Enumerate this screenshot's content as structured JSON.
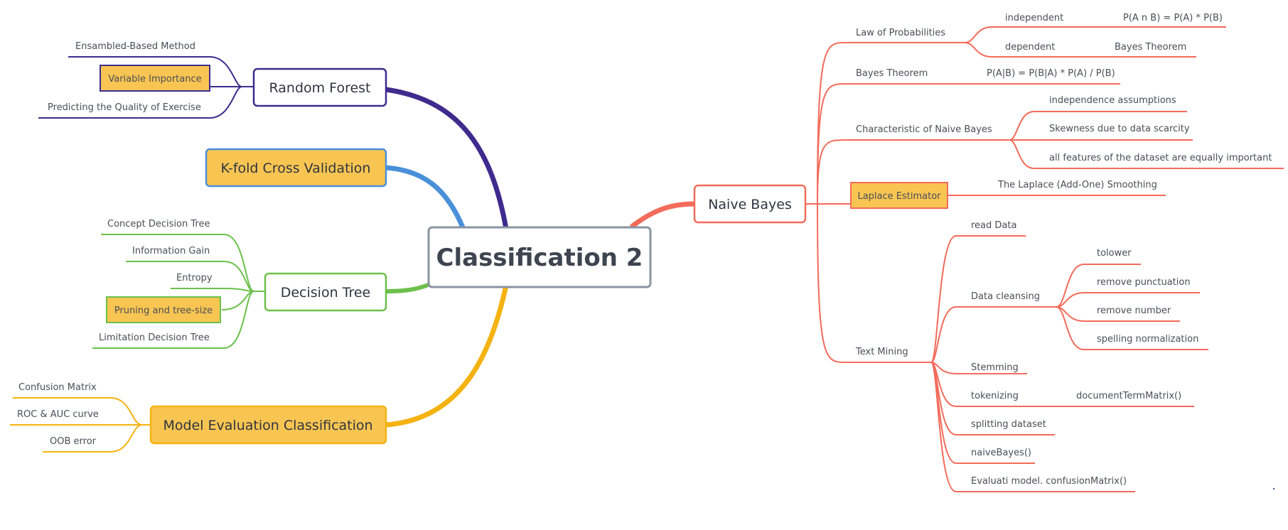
{
  "colors": {
    "purple": "#3d2c8d",
    "blue": "#4a90d9",
    "green": "#6cc04a",
    "yellow": "#f5b312",
    "red": "#f36b5b",
    "highlight": "#f9c552",
    "center_border": "#8a94a3"
  },
  "center": {
    "label": "Classification 2"
  },
  "random_forest": {
    "label": "Random Forest",
    "children": [
      "Ensambled-Based Method",
      "Variable Importance",
      "Predicting the Quality of Exercise"
    ]
  },
  "kfold": {
    "label": "K-fold Cross Validation"
  },
  "decision_tree": {
    "label": "Decision Tree",
    "children": [
      "Concept Decision Tree",
      "Information Gain",
      "Entropy",
      "Pruning and tree-size",
      "Limitation Decision Tree"
    ]
  },
  "model_eval": {
    "label": "Model Evaluation Classification",
    "children": [
      "Confusion Matrix",
      "ROC & AUC curve",
      "OOB error"
    ]
  },
  "naive_bayes": {
    "label": "Naive Bayes",
    "law": {
      "label": "Law of Probabilities",
      "independent": "independent",
      "independent_formula": "P(A n B) = P(A) * P(B)",
      "dependent": "dependent",
      "dependent_note": "Bayes Theorem"
    },
    "bayes": {
      "label": "Bayes Theorem",
      "formula": "P(A|B) = P(B|A) * P(A) / P(B)"
    },
    "characteristic": {
      "label": "Characteristic of Naive Bayes",
      "children": [
        "independence assumptions",
        "Skewness due to data scarcity",
        "all features of the dataset are equally important"
      ]
    },
    "laplace": {
      "label": "Laplace Estimator",
      "child": "The Laplace (Add-One) Smoothing"
    },
    "text_mining": {
      "label": "Text Mining",
      "read": "read Data",
      "cleansing": "Data cleansing",
      "cleansing_children": [
        "tolower",
        "remove punctuation",
        "remove number",
        "spelling normalization"
      ],
      "stemming": "Stemming",
      "tokenizing": "tokenizing",
      "tokenizing_child": "documentTermMatrix()",
      "splitting": "splitting dataset",
      "naive": "naiveBayes()",
      "evaluate": "Evaluati model. confusionMatrix()"
    }
  }
}
